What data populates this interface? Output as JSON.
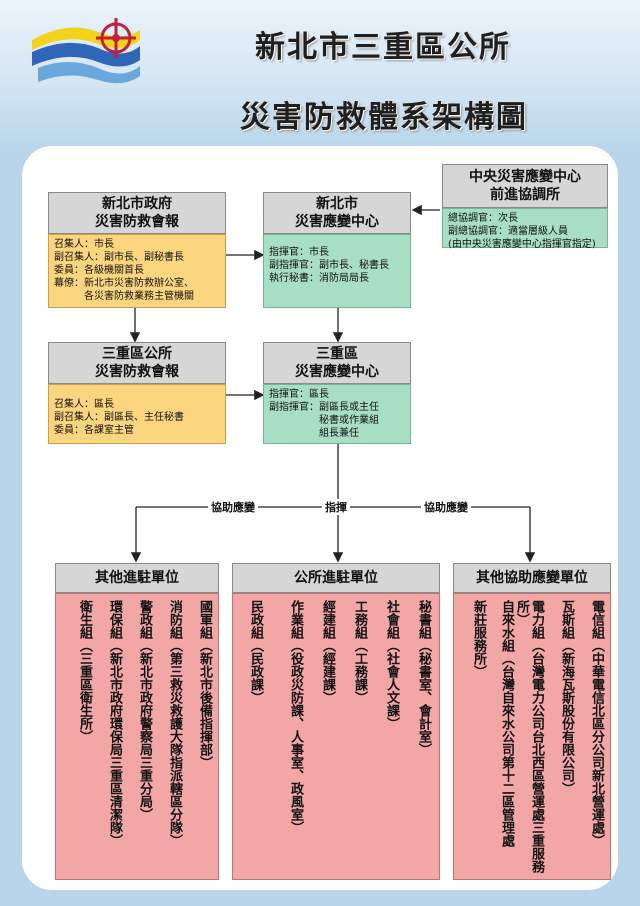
{
  "header": {
    "title": "新北市三重區公所",
    "subtitle": "災害防救體系架構圖"
  },
  "central": {
    "title": "中央災害應變中心\n前進協調所",
    "lines": [
      "總協調官：次長",
      "副總協調官：適當層級人員",
      "(由中央災害應變中心指揮官指定)"
    ]
  },
  "city_council": {
    "title": "新北市政府\n災害防救會報",
    "lines": [
      "召集人：市長",
      "副召集人：副市長、副秘書長",
      "委員：各級機關首長",
      "幕僚：新北市災害防救辦公室、",
      "　　　各災害防救業務主管機關"
    ]
  },
  "city_center": {
    "title": "新北市\n災害應變中心",
    "lines": [
      "指揮官：市長",
      "副指揮官：副市長、秘書長",
      "執行秘書：消防局局長"
    ]
  },
  "district_council": {
    "title": "三重區公所\n災害防救會報",
    "lines": [
      "召集人：區長",
      "副召集人：副區長、主任秘書",
      "委員：各課室主管"
    ]
  },
  "district_center": {
    "title": "三重區\n災害應變中心",
    "lines": [
      "指揮官：區長",
      "副指揮官：副區長或主任",
      "　　　　　秘書或作業組",
      "　　　　　組長兼任"
    ]
  },
  "connectors": {
    "assist_left": "協助應變",
    "command": "指揮",
    "assist_right": "協助應變"
  },
  "groups": [
    {
      "title": "其他進駐單位",
      "columns": [
        "國軍組（新北市後備指揮部）",
        "消防組（第三救災救護大隊指派轄區分隊）",
        "警政組（新北市政府警察局三重分局）",
        "環保組（新北市政府環保局三重區清潔隊）",
        "衛生組（三重區衛生所）"
      ]
    },
    {
      "title": "公所進駐單位",
      "columns": [
        "秘書組（秘書室、會計室）",
        "社會組（社會人文課）",
        "工務組（工務課）",
        "經建組（經建課）",
        "作業組（役政災防課、人事室、政風室）",
        "民政組（民政課）"
      ]
    },
    {
      "title": "其他協助應變單位",
      "columns": [
        "電信組（中華電信北區分公司新北營運處）",
        "瓦斯組（新海瓦斯股份有限公司）",
        "電力組（台灣電力公司台北西區營運處三重服務所）",
        "自來水組（台灣自來水公司第十二區管理處",
        "新莊服務所）"
      ]
    }
  ],
  "colors": {
    "background": "#b9d5ea",
    "yellow_box": "#fcd57f",
    "green_box": "#a8dfc4",
    "pink_box": "#f3a6a6",
    "header_gray": "#d6d6d6"
  }
}
